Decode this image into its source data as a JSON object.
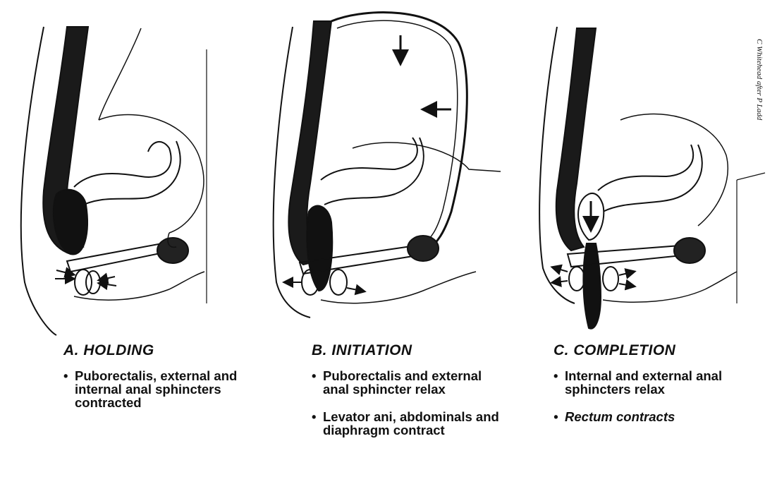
{
  "panels": [
    {
      "title": "A. HOLDING",
      "bullets": [
        {
          "text": "Puborectalis, external and internal anal sphincters contracted",
          "italic": false
        }
      ]
    },
    {
      "title": "B. INITIATION",
      "bullets": [
        {
          "text": "Puborectalis and external anal sphincter relax",
          "italic": false
        },
        {
          "text": "Levator ani, abdominals and diaphragm contract",
          "italic": false
        }
      ]
    },
    {
      "title": "C. COMPLETION",
      "bullets": [
        {
          "text": "Internal and external anal sphincters relax",
          "italic": false
        },
        {
          "text": "Rectum contracts",
          "italic": true
        }
      ]
    }
  ],
  "credit": "C Whitehead after P Ladd"
}
